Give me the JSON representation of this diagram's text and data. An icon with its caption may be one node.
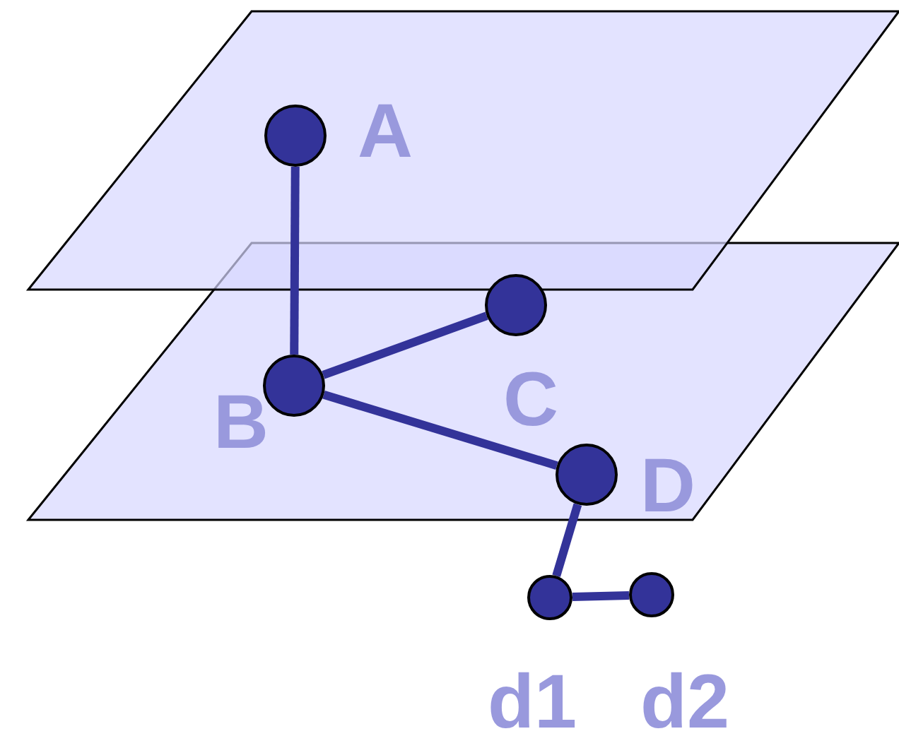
{
  "diagram": {
    "nodes": [
      {
        "text": [],
        "shape": "circle",
        "beside": [
          "A"
        ]
      },
      {
        "text": [],
        "shape": "circle",
        "beside": [
          "B"
        ]
      },
      {
        "text": [],
        "shape": "circle",
        "beside": [
          "C"
        ]
      },
      {
        "text": [],
        "shape": "circle",
        "beside": [
          "D"
        ]
      },
      {
        "text": [],
        "shape": "circle",
        "beside": [
          "d1"
        ]
      },
      {
        "text": [],
        "shape": "circle",
        "beside": [
          "d2"
        ]
      }
    ],
    "edges": [
      {
        "from": 0,
        "to": 1,
        "arrow": "none"
      },
      {
        "from": 1,
        "to": 2,
        "arrow": "none"
      },
      {
        "from": 1,
        "to": 3,
        "arrow": "none"
      },
      {
        "from": 3,
        "to": 4,
        "arrow": "none"
      },
      {
        "from": 4,
        "to": 5,
        "arrow": "none"
      }
    ]
  }
}
